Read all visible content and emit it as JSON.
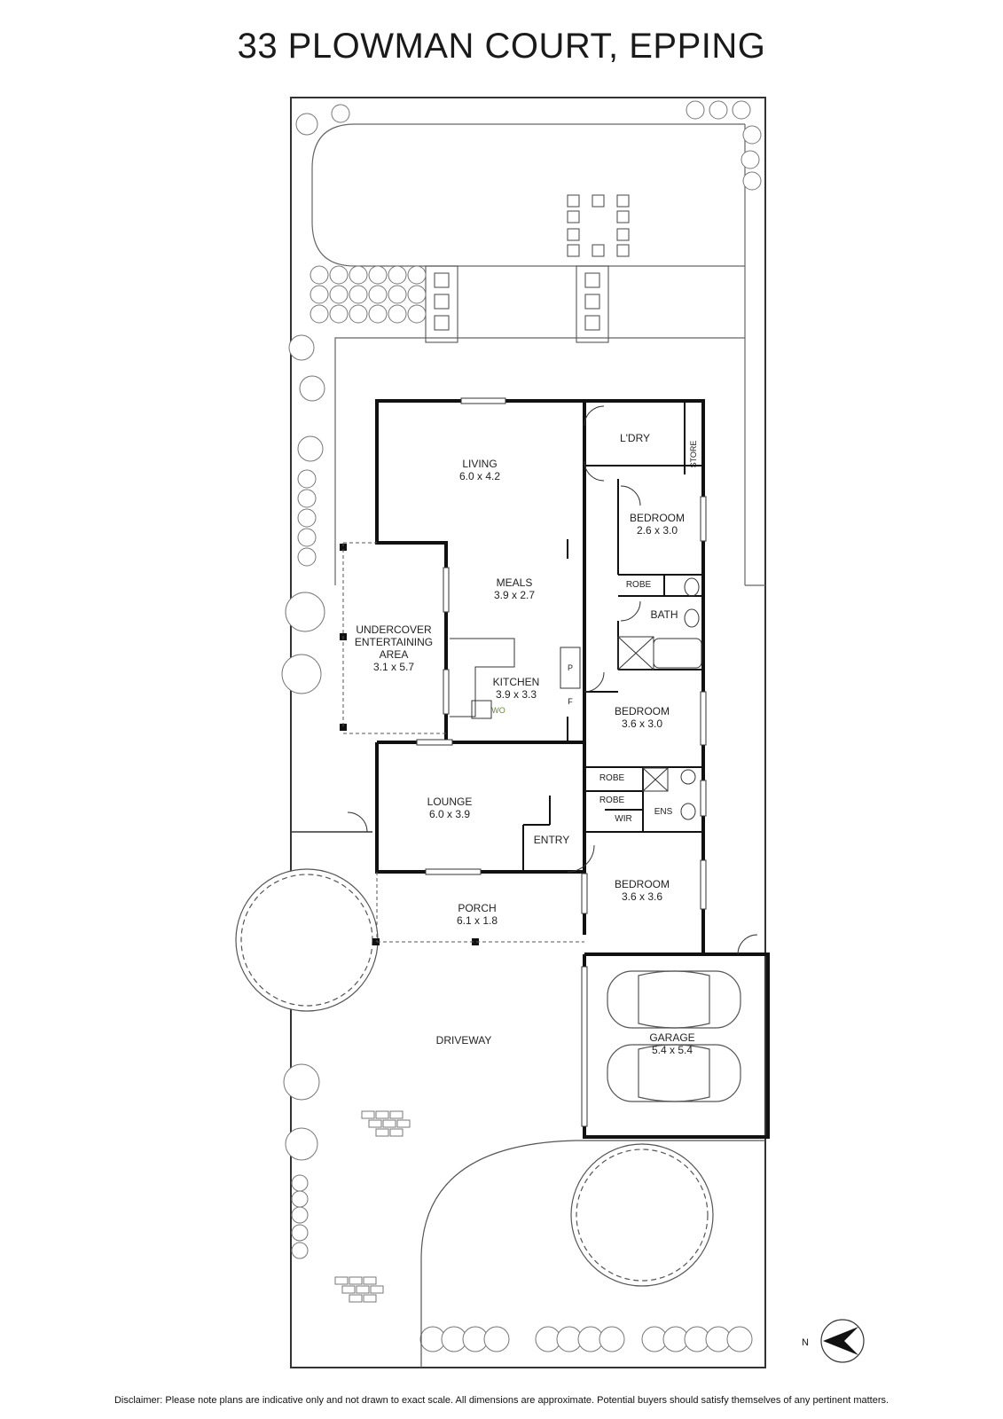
{
  "title": "33 PLOWMAN COURT, EPPING",
  "rooms": {
    "living": {
      "name": "LIVING",
      "dims": "6.0 x 4.2"
    },
    "meals": {
      "name": "MEALS",
      "dims": "3.9 x 2.7"
    },
    "kitchen": {
      "name": "KITCHEN",
      "dims": "3.9 x 3.3"
    },
    "undercover": {
      "line1": "UNDERCOVER",
      "line2": "ENTERTAINING",
      "line3": "AREA",
      "dims": "3.1 x 5.7"
    },
    "lounge": {
      "name": "LOUNGE",
      "dims": "6.0 x 3.9"
    },
    "entry": {
      "name": "ENTRY"
    },
    "porch": {
      "name": "PORCH",
      "dims": "6.1 x 1.8"
    },
    "driveway": {
      "name": "DRIVEWAY"
    },
    "garage": {
      "name": "GARAGE",
      "dims": "5.4 x 5.4"
    },
    "ldry": {
      "name": "L'DRY"
    },
    "store": {
      "name": "STORE"
    },
    "bedroom1": {
      "name": "BEDROOM",
      "dims": "2.6 x 3.0"
    },
    "robe1": {
      "name": "ROBE"
    },
    "bath": {
      "name": "BATH"
    },
    "bedroom2": {
      "name": "BEDROOM",
      "dims": "3.6 x 3.0"
    },
    "robe2": {
      "name": "ROBE"
    },
    "robe3": {
      "name": "ROBE"
    },
    "wir": {
      "name": "WIR"
    },
    "ens": {
      "name": "ENS"
    },
    "bedroom3": {
      "name": "BEDROOM",
      "dims": "3.6 x 3.6"
    }
  },
  "fixtures": {
    "pantry": "P",
    "fridge": "F",
    "wall_oven": "WO"
  },
  "compass": {
    "label": "N"
  },
  "disclaimer": "Disclaimer: Please note plans are indicative only and not drawn to exact scale. All dimensions are approximate. Potential buyers should satisfy themselves of any pertinent matters."
}
